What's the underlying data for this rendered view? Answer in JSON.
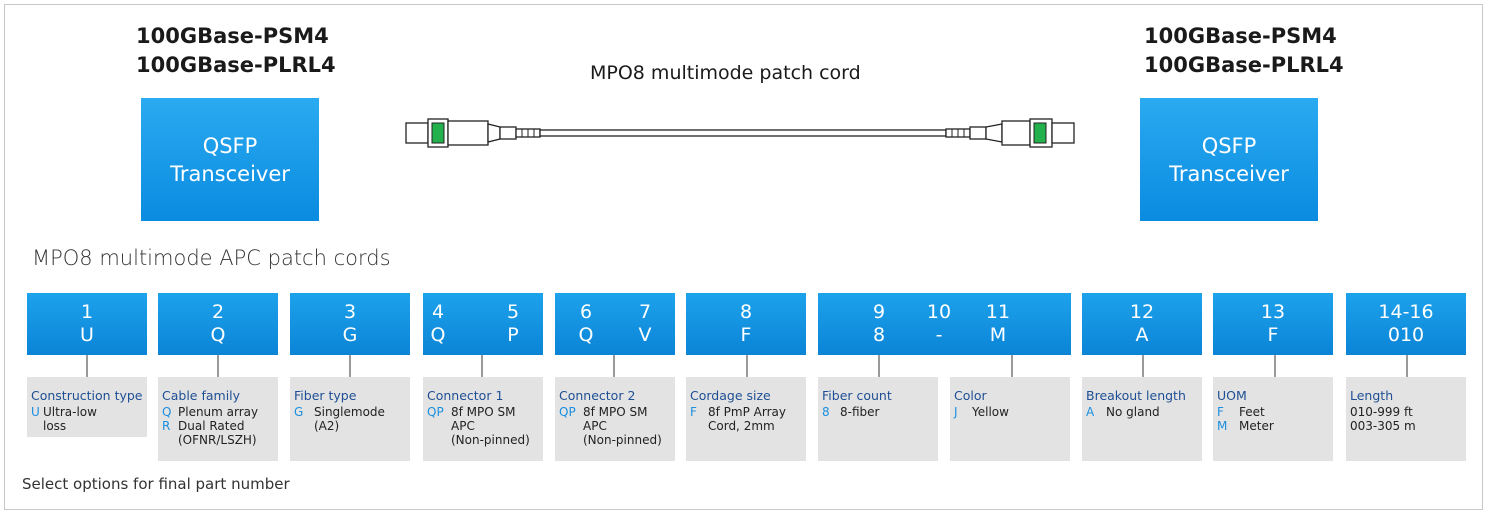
{
  "left_port": {
    "line1": "100GBase-PSM4",
    "line2": "100GBase-PLRL4",
    "module_line1": "QSFP",
    "module_line2": "Transceiver"
  },
  "right_port": {
    "line1": "100GBase-PSM4",
    "line2": "100GBase-PLRL4",
    "module_line1": "QSFP",
    "module_line2": "Transceiver"
  },
  "cord_label": "MPO8 multimode patch cord",
  "section_title": "MPO8 multimode APC patch cords",
  "colors": {
    "accent": "#1a9ae6",
    "option_bg": "#e3e3e3",
    "title_blue": "#1e4f94",
    "code_blue": "#1a8fe0",
    "connector_green": "#22b14c"
  },
  "code_boxes": [
    {
      "num": "1",
      "val": "U"
    },
    {
      "num": "2",
      "val": "Q"
    },
    {
      "num": "3",
      "val": "G"
    },
    {
      "nums": [
        "4",
        "5"
      ],
      "vals": [
        "Q",
        "P"
      ]
    },
    {
      "nums": [
        "6",
        "7"
      ],
      "vals": [
        "Q",
        "V"
      ]
    },
    {
      "num": "8",
      "val": "F"
    },
    {
      "nums": [
        "9",
        "10",
        "11"
      ],
      "vals": [
        "8",
        "-",
        "M"
      ]
    },
    {
      "num": "12",
      "val": "A"
    },
    {
      "num": "13",
      "val": "F"
    },
    {
      "num": "14-16",
      "val": "010"
    }
  ],
  "options": [
    {
      "title": "Construction type",
      "rows": [
        {
          "code": "U",
          "text": "Ultra-low"
        },
        {
          "code": "",
          "text": "loss"
        }
      ]
    },
    {
      "title": "Cable family",
      "rows": [
        {
          "code": "Q",
          "text": "Plenum array"
        },
        {
          "code": "R",
          "text": "Dual Rated"
        },
        {
          "code": "",
          "text": "(OFNR/LSZH)"
        }
      ]
    },
    {
      "title": "Fiber type",
      "rows": [
        {
          "code": "G",
          "text": "Singlemode"
        },
        {
          "code": "",
          "text": "(A2)"
        }
      ]
    },
    {
      "title": "Connector 1",
      "rows": [
        {
          "code": "QP",
          "text": "8f MPO SM"
        },
        {
          "code": "",
          "text": "APC"
        },
        {
          "code": "",
          "text": "(Non-pinned)"
        }
      ]
    },
    {
      "title": "Connector 2",
      "rows": [
        {
          "code": "QP",
          "text": "8f MPO SM"
        },
        {
          "code": "",
          "text": "APC"
        },
        {
          "code": "",
          "text": "(Non-pinned)"
        }
      ]
    },
    {
      "title": "Cordage size",
      "rows": [
        {
          "code": "F",
          "text": "8f PmP Array"
        },
        {
          "code": "",
          "text": "Cord, 2mm"
        }
      ]
    },
    {
      "title": "Fiber count",
      "rows": [
        {
          "code": "8",
          "text": "8-fiber"
        }
      ]
    },
    {
      "title": "Color",
      "rows": [
        {
          "code": "J",
          "text": "Yellow"
        }
      ]
    },
    {
      "title": "Breakout length",
      "rows": [
        {
          "code": "A",
          "text": "No gland"
        }
      ]
    },
    {
      "title": "UOM",
      "rows": [
        {
          "code": "F",
          "text": "Feet"
        },
        {
          "code": "M",
          "text": "Meter"
        }
      ]
    },
    {
      "title": "Length",
      "rows": [
        {
          "code": "",
          "text": "010-999 ft"
        },
        {
          "code": "",
          "text": "003-305 m"
        }
      ]
    }
  ],
  "footer": "Select options for final part number"
}
